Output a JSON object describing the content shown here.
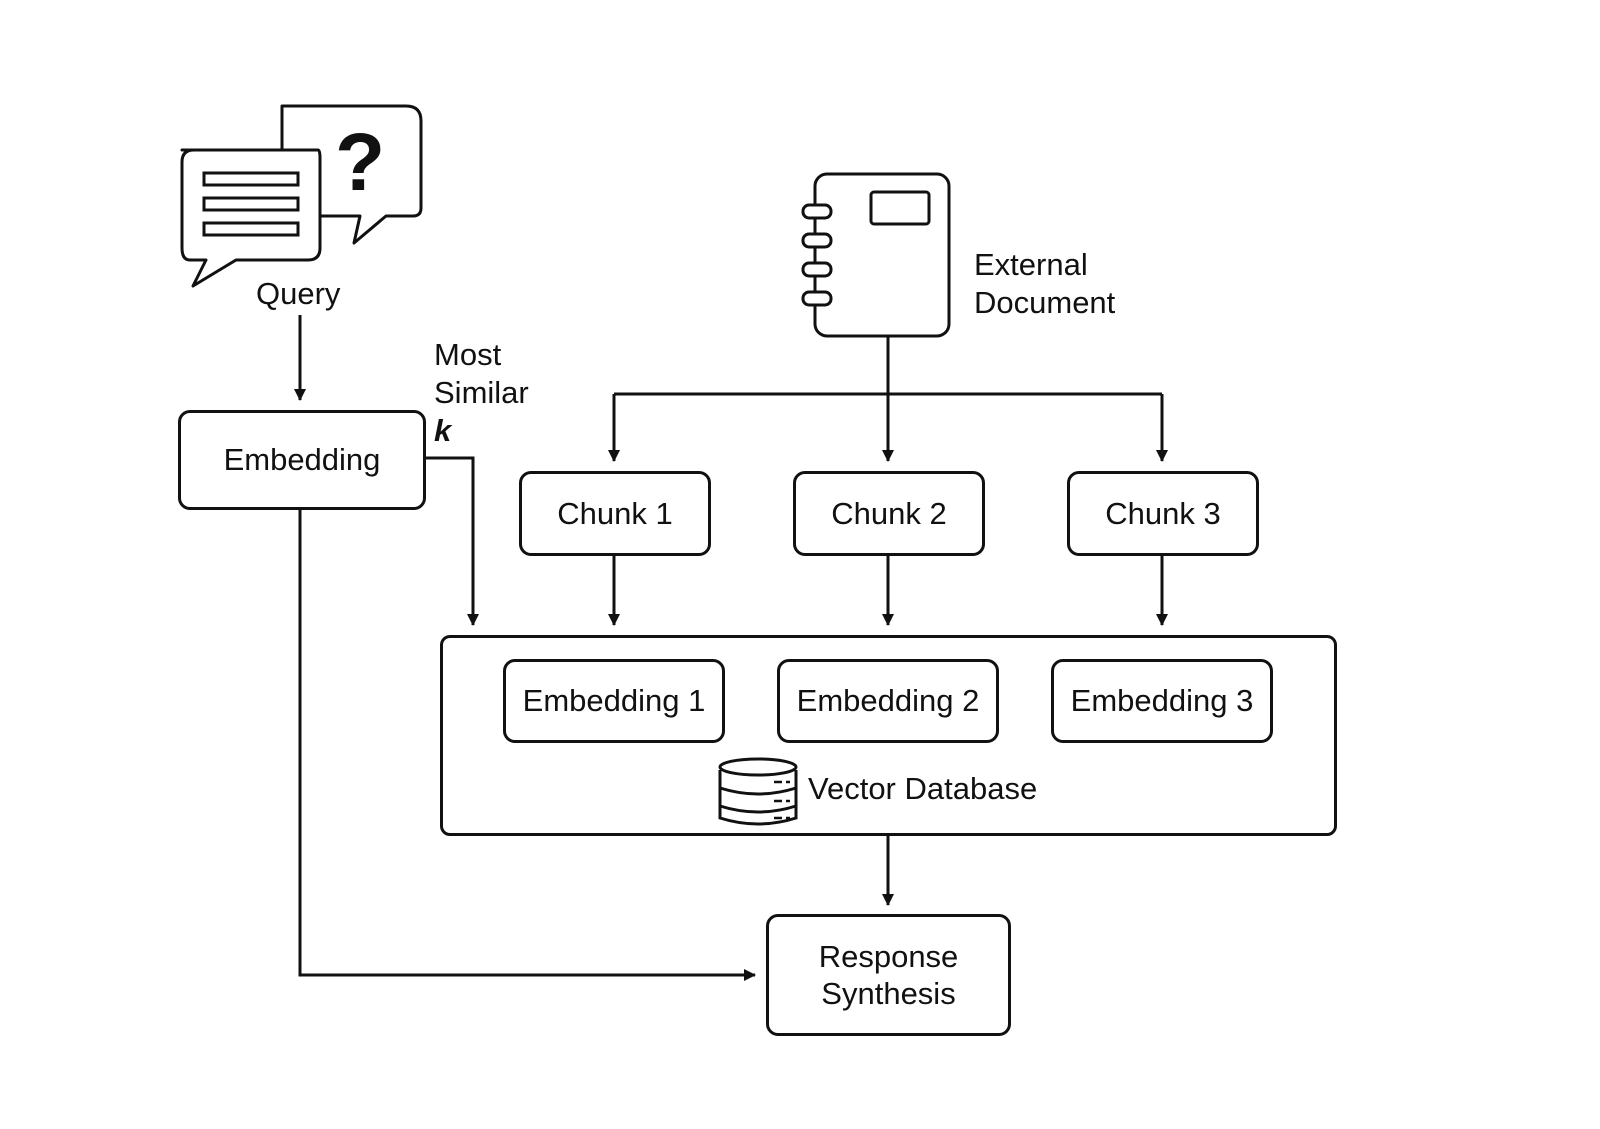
{
  "query": {
    "label": "Query"
  },
  "query_embedding": {
    "label": "Embedding"
  },
  "most_similar": {
    "line1": "Most",
    "line2": "Similar",
    "k": "k"
  },
  "external_document": {
    "line1": "External",
    "line2": "Document"
  },
  "chunks": [
    "Chunk 1",
    "Chunk 2",
    "Chunk 3"
  ],
  "embeddings": [
    "Embedding 1",
    "Embedding 2",
    "Embedding 3"
  ],
  "vector_database": {
    "label": "Vector Database"
  },
  "response_synthesis": {
    "line1": "Response",
    "line2": "Synthesis"
  },
  "colors": {
    "stroke": "#111111",
    "background": "#ffffff"
  },
  "icons": [
    "chat-bubbles-icon",
    "question-mark-icon",
    "notebook-icon",
    "database-icon"
  ]
}
